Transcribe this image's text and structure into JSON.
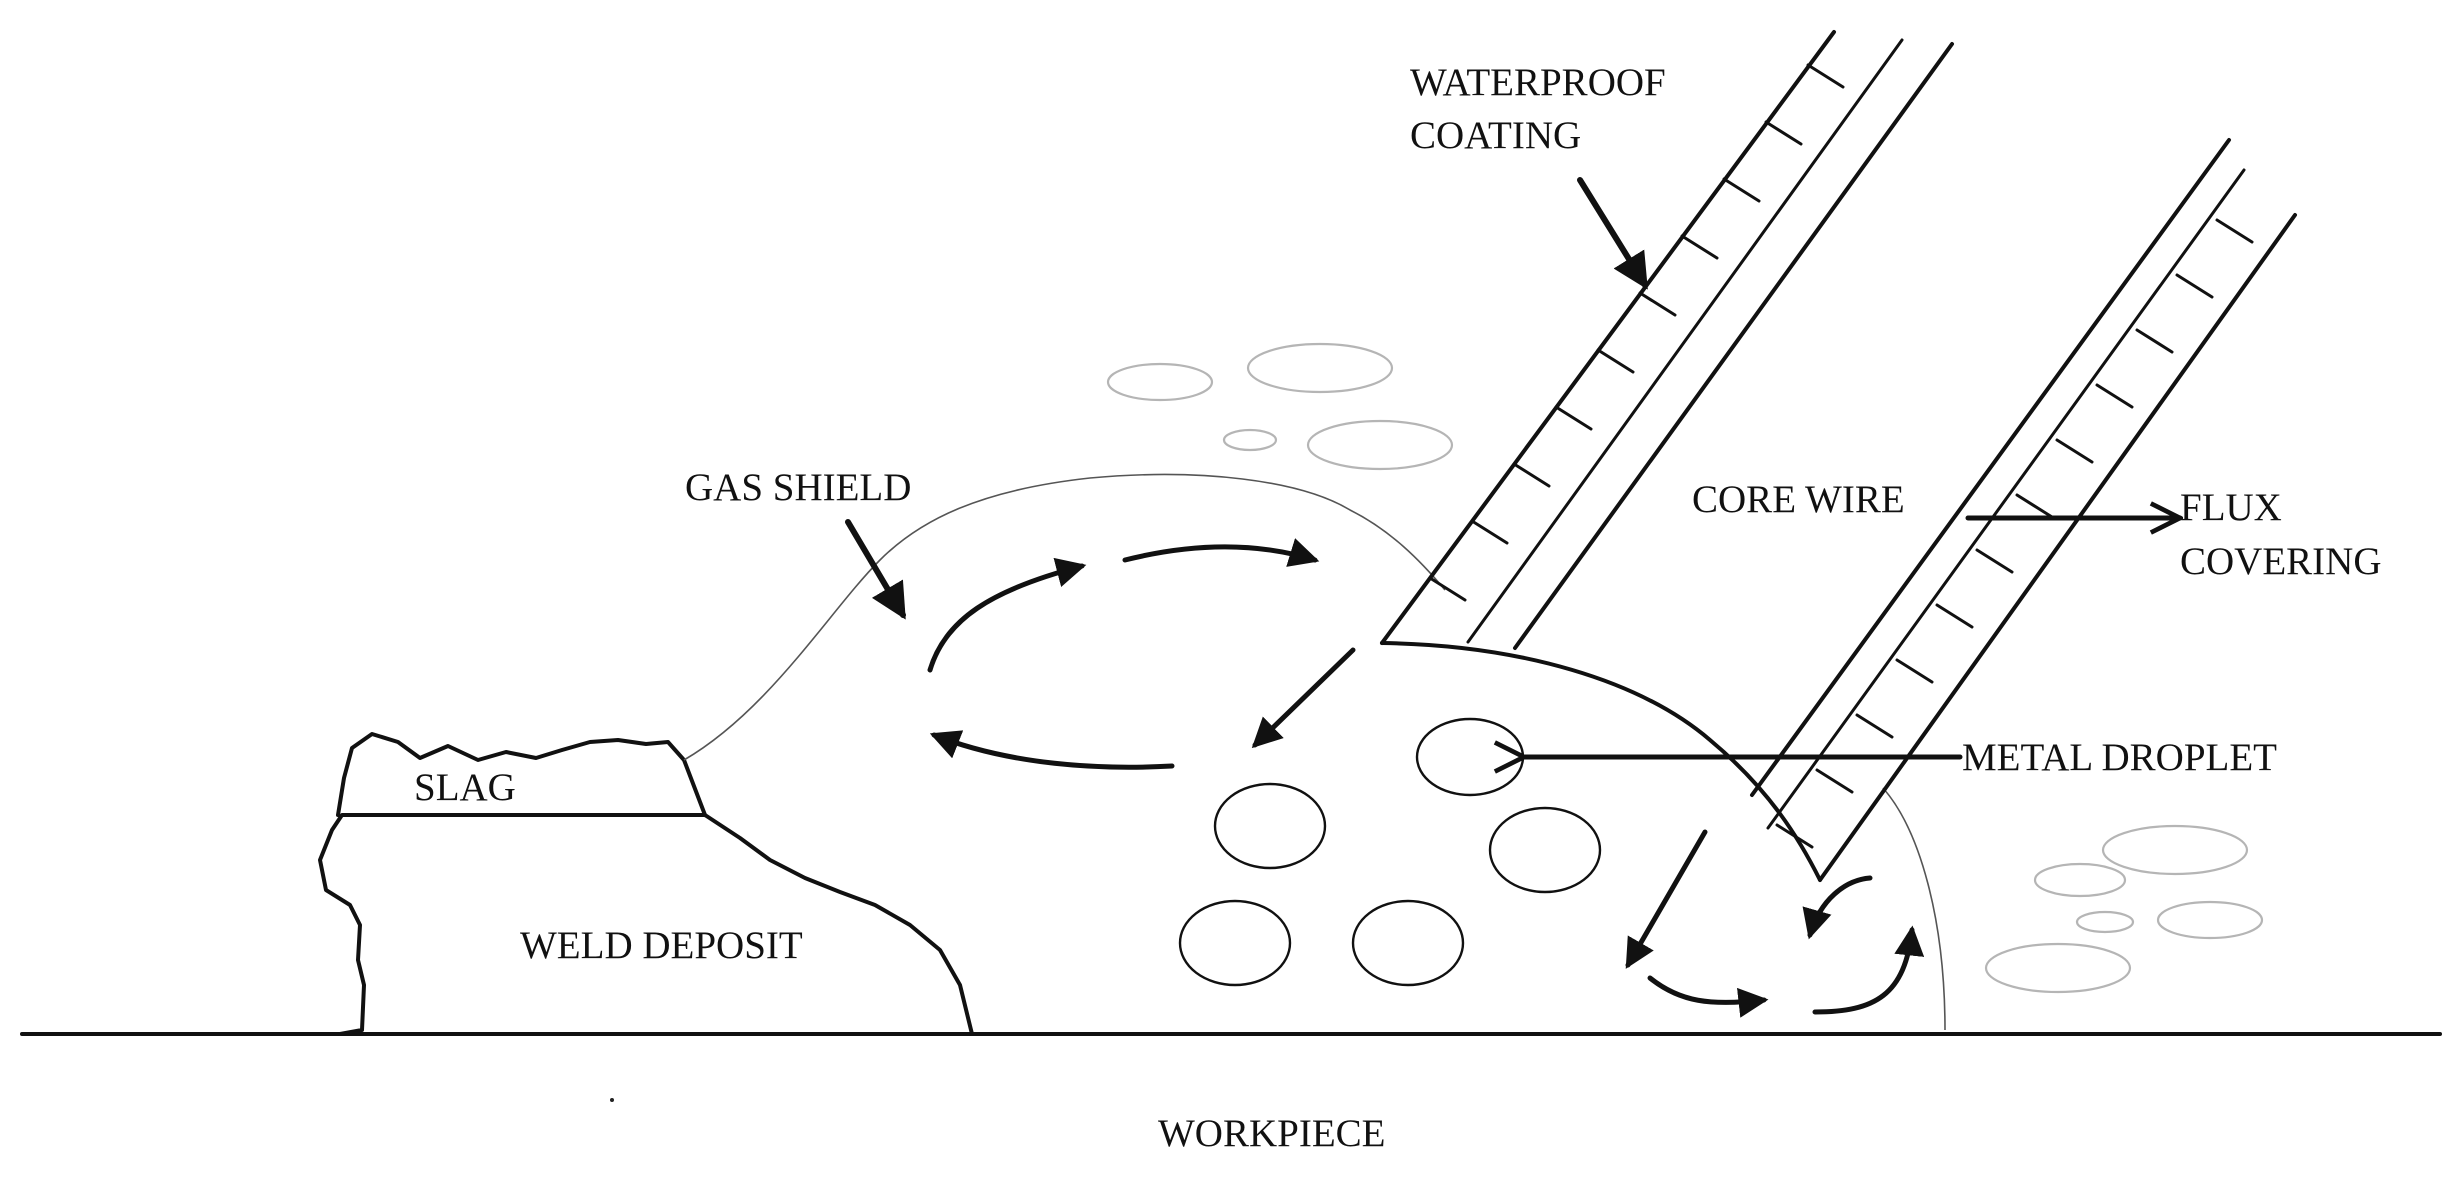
{
  "labels": {
    "waterproof_coating_line1": "WATERPROOF",
    "waterproof_coating_line2": "COATING",
    "core_wire": "CORE WIRE",
    "flux_covering_line1": "FLUX",
    "flux_covering_line2": "COVERING",
    "gas_shield": "GAS SHIELD",
    "metal_droplet": "METAL DROPLET",
    "slag": "SLAG",
    "weld_deposit": "WELD DEPOSIT",
    "workpiece": "WORKPIECE"
  },
  "colors": {
    "ink": "#111111",
    "bubble_outline": "#b5b5b5",
    "background": "#ffffff"
  }
}
